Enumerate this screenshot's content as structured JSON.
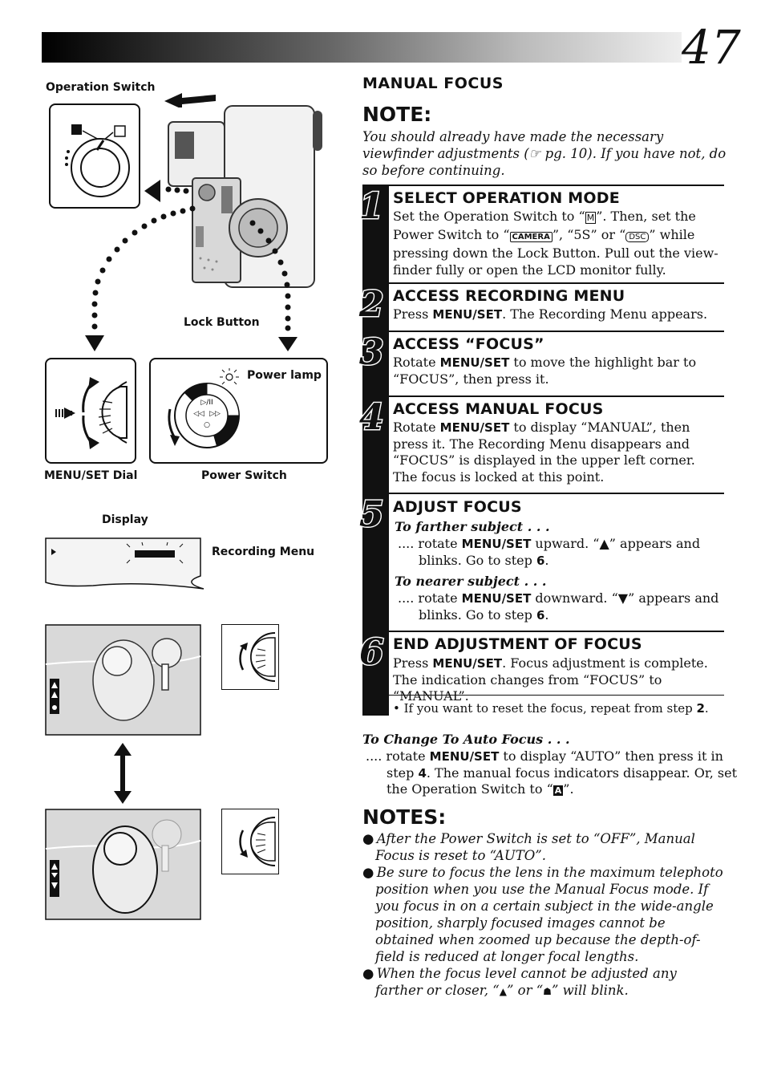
{
  "page": {
    "number": "47"
  },
  "figure": {
    "operation_switch_label": "Operation Switch",
    "lock_button_label": "Lock Button",
    "power_lamp_label": "Power lamp",
    "menu_set_dial_label": "MENU/SET Dial",
    "power_switch_label": "Power Switch",
    "display_label": "Display",
    "recording_menu_label": "Recording Menu"
  },
  "section": {
    "title": "MANUAL FOCUS"
  },
  "note": {
    "heading": "NOTE:",
    "text": "You should already have made the necessary viewfinder adjustments (☞ pg. 10). If you have not, do so before continuing."
  },
  "steps": [
    {
      "num": "1",
      "title": "SELECT OPERATION MODE",
      "text_a": "Set the Operation Switch to “",
      "icon_a": "M",
      "text_b": "”. Then, set the Power Switch to “",
      "icon_b": "CAMERA",
      "text_c": "”, “5S” or “",
      "icon_c": "DSC",
      "text_d": "” while pressing down the Lock Button. Pull out the view-finder fully or open the LCD monitor fully."
    },
    {
      "num": "2",
      "title": "ACCESS RECORDING MENU",
      "pre": "Press ",
      "bold": "MENU/SET",
      "post": ". The Recording Menu appears."
    },
    {
      "num": "3",
      "title": "ACCESS “FOCUS”",
      "pre": "Rotate ",
      "bold": "MENU/SET",
      "post": " to move the highlight bar to “FOCUS”, then press it."
    },
    {
      "num": "4",
      "title": "ACCESS MANUAL FOCUS",
      "pre": "Rotate ",
      "bold": "MENU/SET",
      "post": " to display “MANUAL”, then press it. The Recording Menu disappears and “FOCUS” is displayed in the upper left corner. The focus is locked at this point."
    },
    {
      "num": "5",
      "title": "ADJUST FOCUS",
      "far_label": "To farther subject . . .",
      "far_pre": ".... rotate ",
      "far_bold": "MENU/SET",
      "far_post": " upward. “▲” appears and blinks. Go to step ",
      "far_step": "6",
      "far_end": ".",
      "near_label": "To nearer subject . . .",
      "near_pre": ".... rotate ",
      "near_bold": "MENU/SET",
      "near_post": " downward. “▼” appears and blinks. Go to step ",
      "near_step": "6",
      "near_end": "."
    },
    {
      "num": "6",
      "title": "END ADJUSTMENT OF FOCUS",
      "pre": "Press ",
      "bold": "MENU/SET",
      "post": ". Focus adjustment is complete. The indication changes from “FOCUS” to “MANUAL”."
    }
  ],
  "reset_note": {
    "pre": "• If you want to reset the focus, repeat from step ",
    "bold": "2",
    "post": "."
  },
  "auto_focus": {
    "heading": "To Change To Auto Focus . . .",
    "pre": ".... rotate ",
    "bold": "MENU/SET",
    "mid": " to display “AUTO” then press it in step ",
    "step": "4",
    "post": ". The manual focus indicators disappear. Or, set the Operation Switch to “",
    "icon": "A",
    "end": "”."
  },
  "notes": {
    "heading": "NOTES:",
    "items": [
      "After the Power Switch is set to “OFF”, Manual Focus is reset to “AUTO”.",
      "Be sure to focus the lens in the maximum telephoto position when you use the Manual Focus mode. If you focus in on a certain subject in the wide-angle position, sharply focused images cannot be obtained when zoomed up because the depth-of-field is reduced at longer focal lengths."
    ],
    "last_pre": "When the focus level cannot be adjusted any farther or closer, “",
    "last_mid": "” or “",
    "last_post": "” will blink."
  }
}
